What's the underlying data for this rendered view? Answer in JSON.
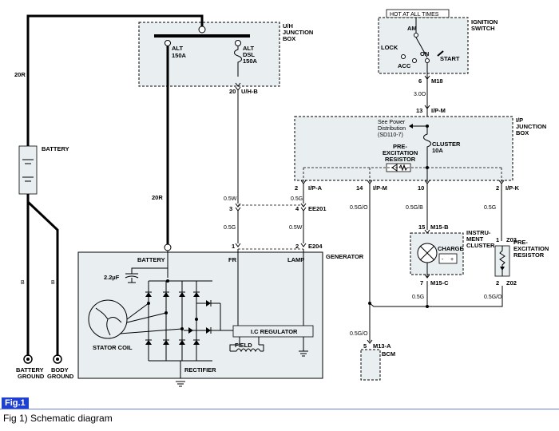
{
  "junction": {
    "uh_title_1": "U/H",
    "uh_title_2": "JUNCTION",
    "uh_title_3": "BOX",
    "alt_label": "ALT",
    "alt_rating": "150A",
    "alt_dsl_1": "ALT",
    "alt_dsl_2": "DSL",
    "alt_dsl_3": "150A",
    "uh_pin": "20",
    "uh_conn": "U/H-B"
  },
  "ignition": {
    "hot_label": "HOT AT ALL TIMES",
    "title_1": "IGNITION",
    "title_2": "SWITCH",
    "am": "AM",
    "lock": "LOCK",
    "acc": "ACC",
    "on": "ON",
    "start": "START",
    "pin_6": "6",
    "conn_m18": "M18",
    "wire_3": "3.0O",
    "pin_13": "13",
    "conn_ipm": "I/P-M"
  },
  "ip_box": {
    "title_1": "I/P",
    "title_2": "JUNCTION",
    "title_3": "BOX",
    "see_1": "See Power",
    "see_2": "Distribution",
    "see_3": "(SD110-7)",
    "cluster_1": "CLUSTER",
    "cluster_2": "10A",
    "pre_1": "PRE-",
    "pre_2": "EXCITATION",
    "pre_3": "RESISTOR",
    "pin_2a": "2",
    "conn_ipa": "I/P-A",
    "pin_14": "14",
    "conn_ipm2": "I/P-M",
    "pin_10": "10",
    "pin_2k": "2",
    "conn_ipk": "I/P-K"
  },
  "wires": {
    "w20r_left": "20R",
    "w20r_mid": "20R",
    "w05w_a": "0.5W",
    "w05g_a": "0.5G",
    "w05g_b": "0.5G",
    "w05w_b": "0.5W",
    "w05go_a": "0.5G/O",
    "w05gb": "0.5G/B",
    "w05g_c": "0.5G",
    "w05g_d": "0.5G",
    "w05go_b": "0.5G/O",
    "w05go_c": "0.5G/O",
    "b_left": "B",
    "b_right": "B"
  },
  "connectors": {
    "ee201_p3": "3",
    "ee201_p4": "4",
    "ee201": "EE201",
    "e204_p1": "1",
    "e204_p2": "2",
    "e204": "E204",
    "m15b_p": "15",
    "m15b": "M15-B",
    "m15c_p": "7",
    "m15c": "M15-C",
    "z02_p1": "1",
    "z02_top": "Z02",
    "z02_p2": "2",
    "z02_bot": "Z02",
    "m13a_p": "5",
    "m13a": "M13-A"
  },
  "generator": {
    "title": "GENERATOR",
    "battery": "BATTERY",
    "fr": "FR",
    "lamp": "LAMP",
    "cap": "2.2µF",
    "stator": "STATOR COIL",
    "regulator": "I.C REGULATOR",
    "field": "FIELD",
    "rectifier": "RECTIFIER"
  },
  "battery": {
    "label": "BATTERY"
  },
  "grounds": {
    "battery_1": "BATTERY",
    "battery_2": "GROUND",
    "body_1": "BODY",
    "body_2": "GROUND"
  },
  "cluster_box": {
    "instru_1": "INSTRU-",
    "instru_2": "MENT",
    "instru_3": "CLUSTER",
    "charge": "CHARGE",
    "minus": "-",
    "plus": "+"
  },
  "pre_right": {
    "pre_1": "PRE-",
    "pre_2": "EXCITATION",
    "pre_3": "RESISTOR"
  },
  "bcm": {
    "label": "BCM"
  },
  "figure": {
    "tag": "Fig.1",
    "caption": "Fig 1) Schematic diagram"
  },
  "colors": {
    "box_fill": "#e9eef0",
    "fig_tag": "#1f3fd1"
  }
}
